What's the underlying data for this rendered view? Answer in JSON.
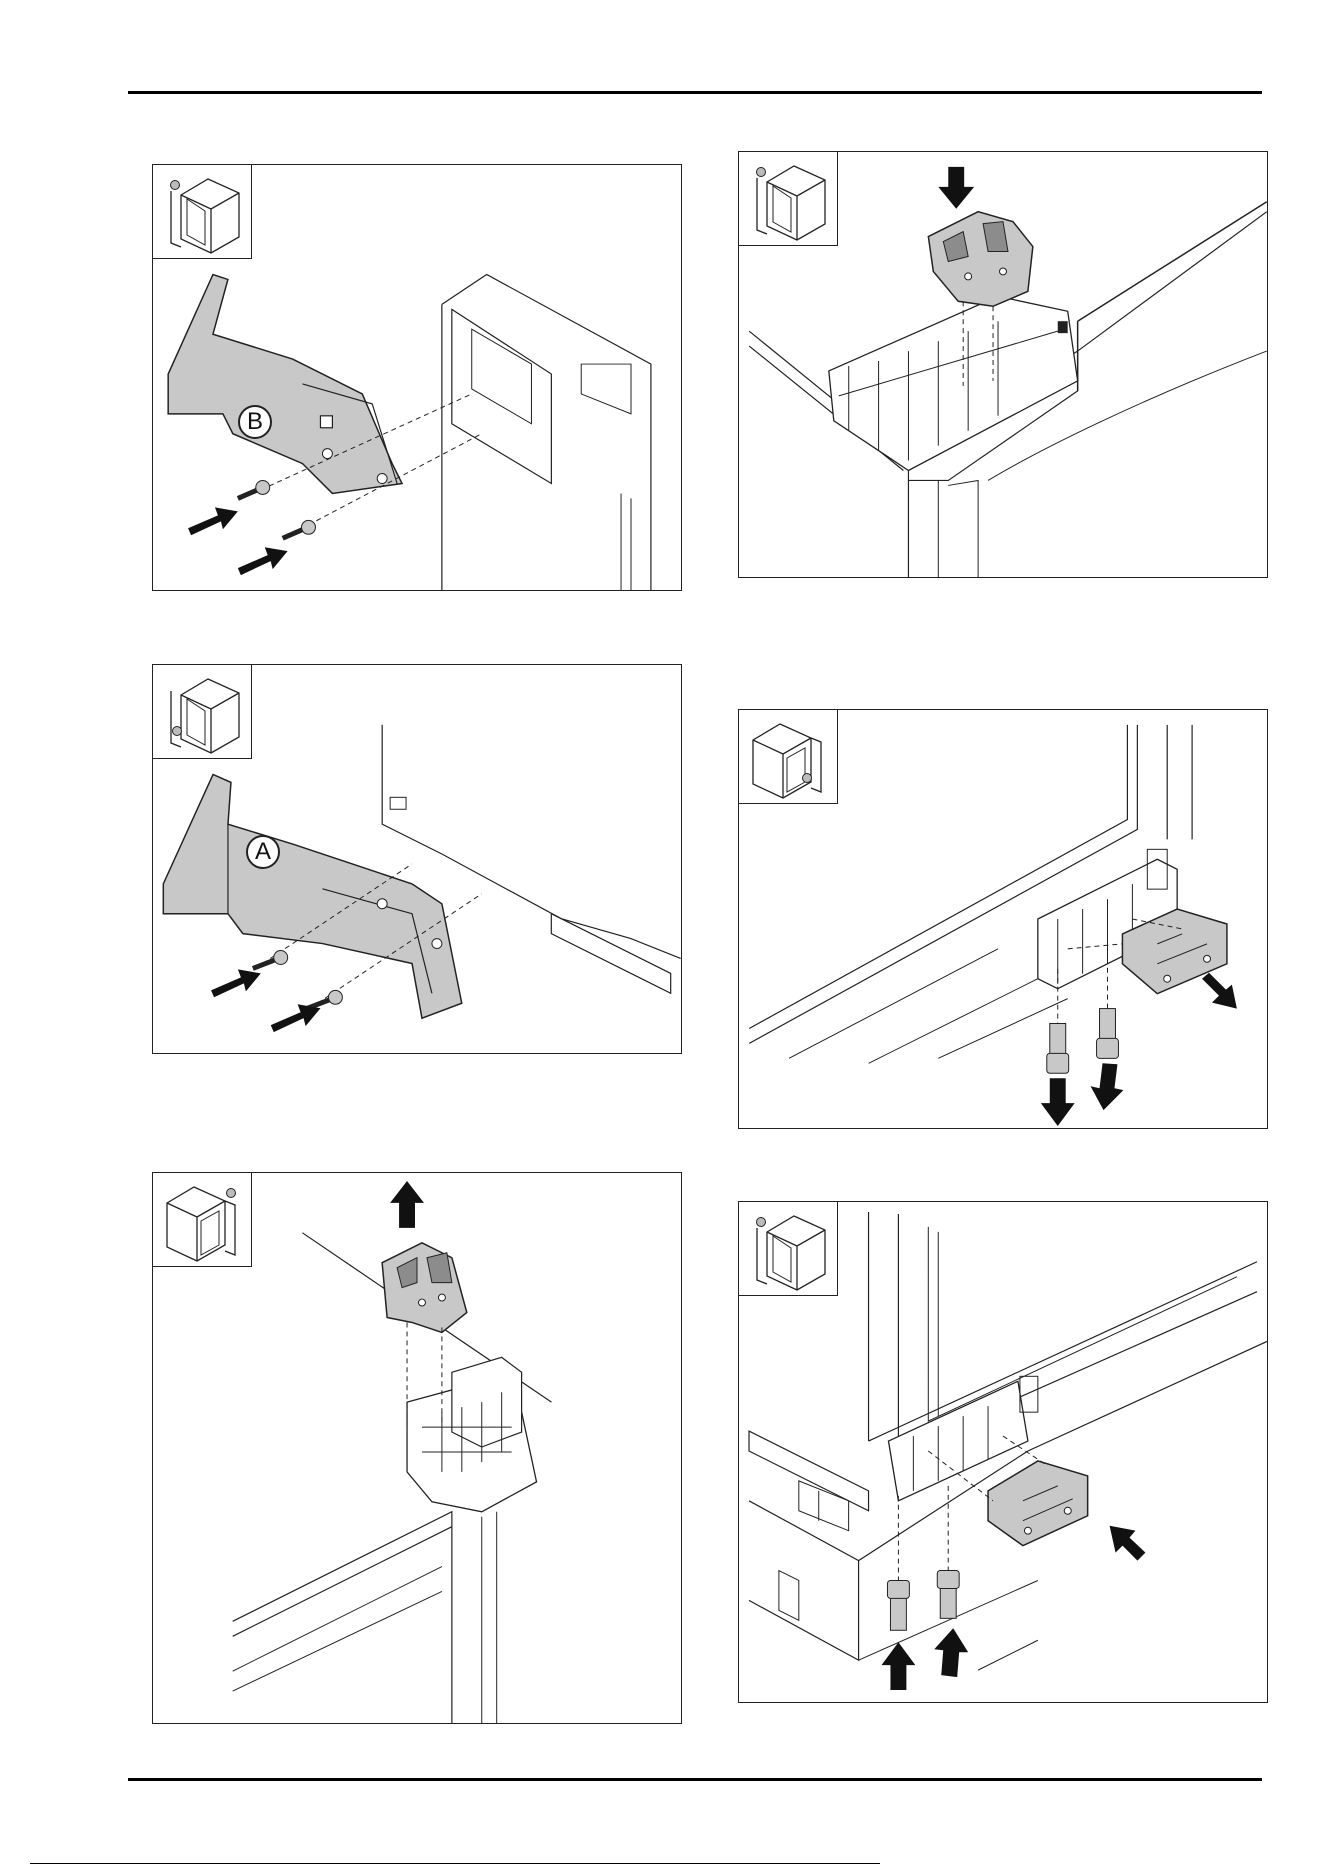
{
  "page": {
    "figures": [
      {
        "id": "fig-1",
        "label": "B",
        "icon": "cabinet-top-left-icon"
      },
      {
        "id": "fig-2",
        "label": "A",
        "icon": "cabinet-bottom-left-icon"
      },
      {
        "id": "fig-3",
        "label": "",
        "icon": "cabinet-top-right-icon"
      },
      {
        "id": "fig-4",
        "label": "",
        "icon": "cabinet-top-left-icon"
      },
      {
        "id": "fig-5",
        "label": "",
        "icon": "cabinet-bottom-right-icon"
      },
      {
        "id": "fig-6",
        "label": "",
        "icon": "cabinet-top-left-icon"
      }
    ]
  },
  "colors": {
    "line": "#222222",
    "part_fill": "#c8c8c8",
    "arrow": "#111111"
  }
}
